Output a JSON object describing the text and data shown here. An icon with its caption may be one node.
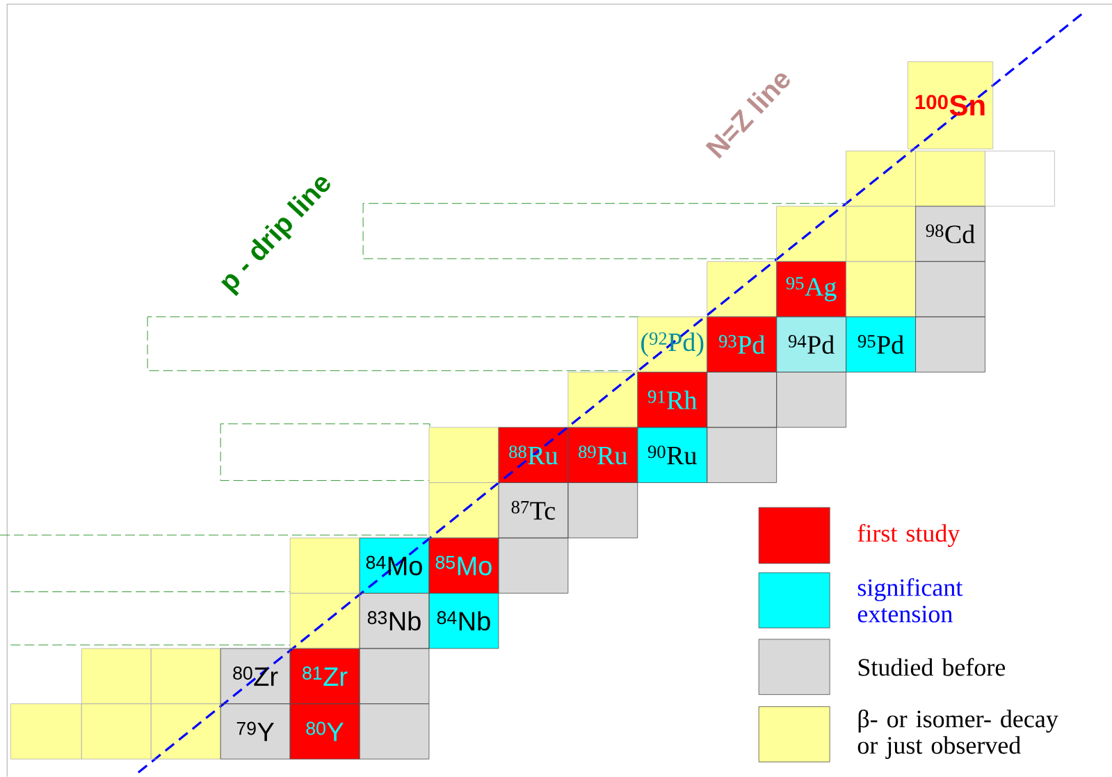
{
  "diagram": {
    "nodes": [
      {
        "text": [
          "$^{100}$Sn"
        ]
      },
      {
        "text": [],
        "shape": "box"
      },
      {
        "text": [],
        "shape": "box"
      },
      {
        "text": [],
        "shape": "box"
      },
      {
        "text": [],
        "shape": "box"
      },
      {
        "text": [],
        "shape": "box"
      },
      {
        "text": [
          "$^{98}$Cd"
        ]
      },
      {
        "text": [],
        "shape": "box"
      },
      {
        "text": [
          "$^{95}$Ag"
        ]
      },
      {
        "text": [],
        "shape": "box"
      },
      {
        "text": [],
        "shape": "box"
      },
      {
        "text": [
          "($^{92}$Pd)"
        ]
      },
      {
        "text": [
          "$^{93}$Pd"
        ]
      },
      {
        "text": [
          "$^{94}$Pd"
        ]
      },
      {
        "text": [
          "$^{95}$Pd"
        ]
      },
      {
        "text": [],
        "shape": "box"
      },
      {
        "text": [],
        "shape": "box"
      },
      {
        "text": [
          "$^{91}$Rh"
        ]
      },
      {
        "text": [],
        "shape": "box"
      },
      {
        "text": [],
        "shape": "box"
      },
      {
        "text": [],
        "shape": "box"
      },
      {
        "text": [
          "$^{88}$Ru"
        ]
      },
      {
        "text": [
          "$^{89}$Ru"
        ]
      },
      {
        "text": [
          "$^{90}$Ru"
        ]
      },
      {
        "text": [],
        "shape": "box"
      },
      {
        "text": [],
        "shape": "box"
      },
      {
        "text": [
          "$^{87}$Tc"
        ]
      },
      {
        "text": [],
        "shape": "box"
      },
      {
        "text": [],
        "shape": "box"
      },
      {
        "text": [
          "$^{84}$Mo"
        ]
      },
      {
        "text": [
          "$^{85}$Mo"
        ]
      },
      {
        "text": [],
        "shape": "box"
      },
      {
        "text": [],
        "shape": "box"
      },
      {
        "text": [
          "$^{83}$Nb"
        ]
      },
      {
        "text": [
          "$^{84}$Nb"
        ]
      },
      {
        "text": [],
        "shape": "box"
      },
      {
        "text": [],
        "shape": "box"
      },
      {
        "text": [
          "$^{80}$Zr"
        ]
      },
      {
        "text": [
          "$^{81}$Zr"
        ]
      },
      {
        "text": [],
        "shape": "box"
      },
      {
        "text": [],
        "shape": "box"
      },
      {
        "text": [],
        "shape": "box"
      },
      {
        "text": [],
        "shape": "box"
      },
      {
        "text": [
          "$^{79}$Y"
        ]
      },
      {
        "text": [
          "$^{80}$Y"
        ]
      },
      {
        "text": [],
        "shape": "box"
      }
    ],
    "edges": [],
    "labels": [
      "p - drip line",
      "N=Z line"
    ],
    "legend": [
      {
        "text": "first study",
        "color": "#ff0000"
      },
      {
        "text": "significant extension",
        "color": "#00ffff"
      },
      {
        "text": "Studied before",
        "color": "#d9d9d9"
      },
      {
        "text": "β- or isomer- decay or just observed",
        "color": "#ffff99"
      }
    ]
  }
}
